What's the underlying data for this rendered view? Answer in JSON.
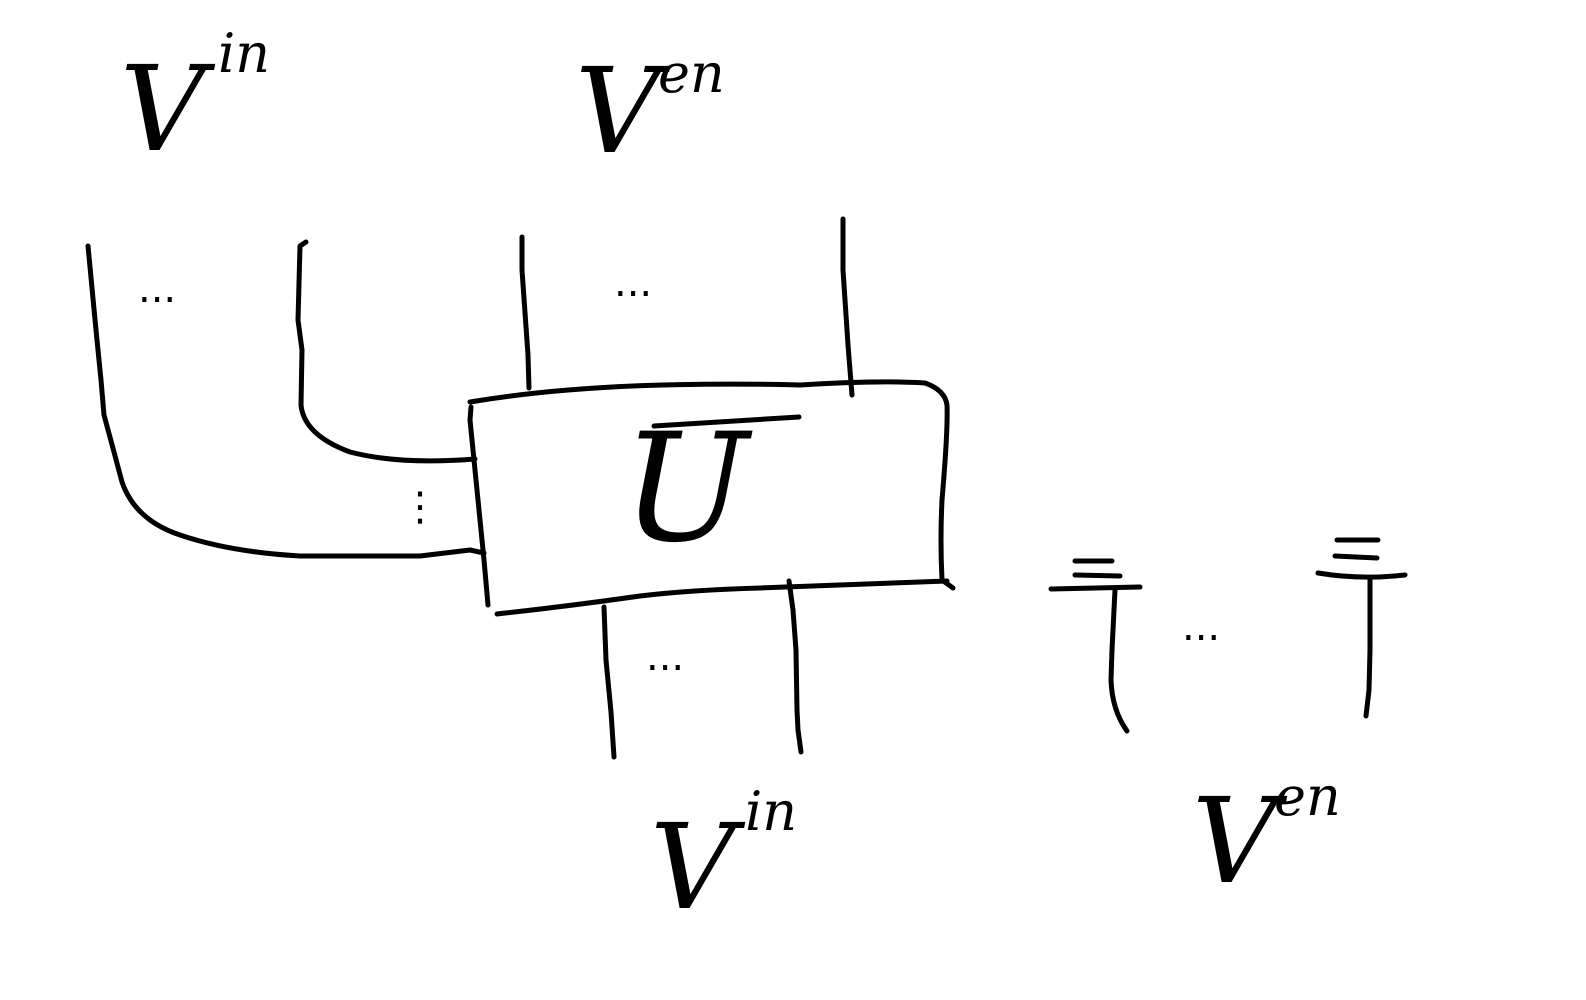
{
  "labels": {
    "top_left_symbol": "V",
    "top_left_superscript": "in",
    "top_mid_symbol": "V",
    "top_mid_superscript": "en",
    "bottom_mid_symbol": "V",
    "bottom_mid_superscript": "in",
    "bottom_right_symbol": "V",
    "bottom_right_superscript": "en"
  },
  "box": {
    "label": "U",
    "bar": "true"
  },
  "ellipses": {
    "top_left": "...",
    "top_mid": "...",
    "left_side": "⋮",
    "bottom_mid": "...",
    "bottom_right": "..."
  }
}
